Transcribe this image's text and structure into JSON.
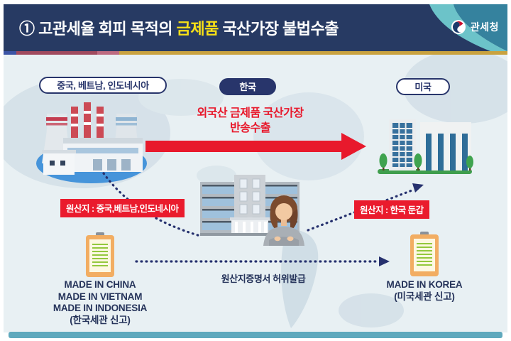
{
  "header": {
    "title_prefix": "① 고관세율 회피 목적의 ",
    "title_highlight": "금제품",
    "title_suffix": " 국산가장 불법수출",
    "agency": "관세청"
  },
  "region_labels": {
    "origin": "중국, 베트남, 인도네시아",
    "transit": "한국",
    "destination": "미국"
  },
  "flow": {
    "headline_line1": "외국산 금제품 국산가장",
    "headline_line2": "반송수출"
  },
  "origin_tags": {
    "left": "원산지 : 중국,베트남,인도네시아",
    "right": "원산지 : 한국 둔갑"
  },
  "certificate": {
    "note": "원산지증명서 허위발급"
  },
  "declarations": {
    "left": {
      "line1": "MADE IN CHINA",
      "line2": "MADE IN VIETNAM",
      "line3": "MADE IN INDONESIA",
      "line4": "(한국세관 신고)"
    },
    "right": {
      "line1": "MADE IN KOREA",
      "line2": "(미국세관 신고)"
    }
  },
  "colors": {
    "header_bg": "#273a63",
    "title_highlight": "#f7e017",
    "accent_red": "#e8192c",
    "label_navy": "#28356b",
    "teal_bar": "#5fa9bd",
    "content_bg": "#e8f0f3"
  }
}
